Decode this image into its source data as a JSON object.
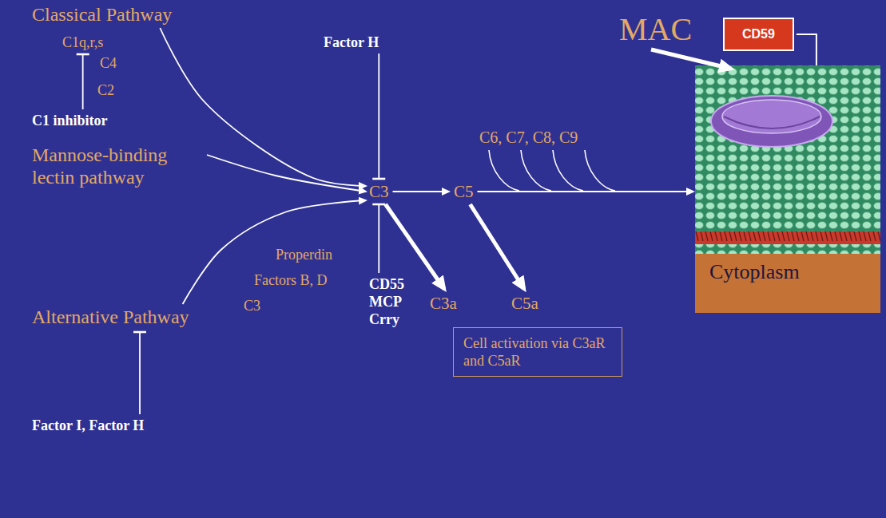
{
  "diagram": {
    "nodes": [
      {
        "text": [
          "Classical Pathway"
        ]
      },
      {
        "text": [
          "C1q,r,s"
        ]
      },
      {
        "text": [
          "C1 inhibitor"
        ]
      },
      {
        "text": [
          "Mannose-binding lectin pathway"
        ]
      },
      {
        "text": [
          "Alternative Pathway"
        ]
      },
      {
        "text": [
          "Factor I, Factor H"
        ]
      },
      {
        "text": [
          "Factor H"
        ]
      },
      {
        "text": [
          "C3"
        ]
      },
      {
        "text": [
          "CD55 MCP Crry"
        ]
      },
      {
        "text": [
          "C5"
        ]
      },
      {
        "text": [
          "C3a"
        ]
      },
      {
        "text": [
          "C5a"
        ]
      },
      {
        "text": [
          "Cell activation via C3aR and C5aR"
        ]
      },
      {
        "text": [
          "MAC"
        ]
      },
      {
        "text": [
          "CD59"
        ]
      },
      {
        "text": [
          "Cytoplasm"
        ]
      }
    ],
    "edges": [
      {
        "from": 0,
        "to": 7,
        "arrow": "to"
      },
      {
        "from": 3,
        "to": 7,
        "arrow": "to"
      },
      {
        "from": 4,
        "to": 7,
        "arrow": "to"
      },
      {
        "from": 2,
        "to": 1,
        "arrow": "to"
      },
      {
        "from": 5,
        "to": 4,
        "arrow": "to"
      },
      {
        "from": 6,
        "to": 7,
        "arrow": "to"
      },
      {
        "from": 8,
        "to": 7,
        "arrow": "to"
      },
      {
        "from": 7,
        "to": 9,
        "arrow": "to"
      },
      {
        "from": 7,
        "to": 10,
        "arrow": "to"
      },
      {
        "from": 9,
        "to": 11,
        "arrow": "to"
      },
      {
        "from": 9,
        "to": 15,
        "arrow": "to"
      },
      {
        "from": 13,
        "to": 15,
        "arrow": "to"
      },
      {
        "from": 14,
        "to": 15,
        "arrow": "none"
      }
    ],
    "labels": [
      "C4",
      "C2",
      "Properdin",
      "Factors B, D",
      "C3",
      "C6, C7, C8, C9"
    ]
  }
}
